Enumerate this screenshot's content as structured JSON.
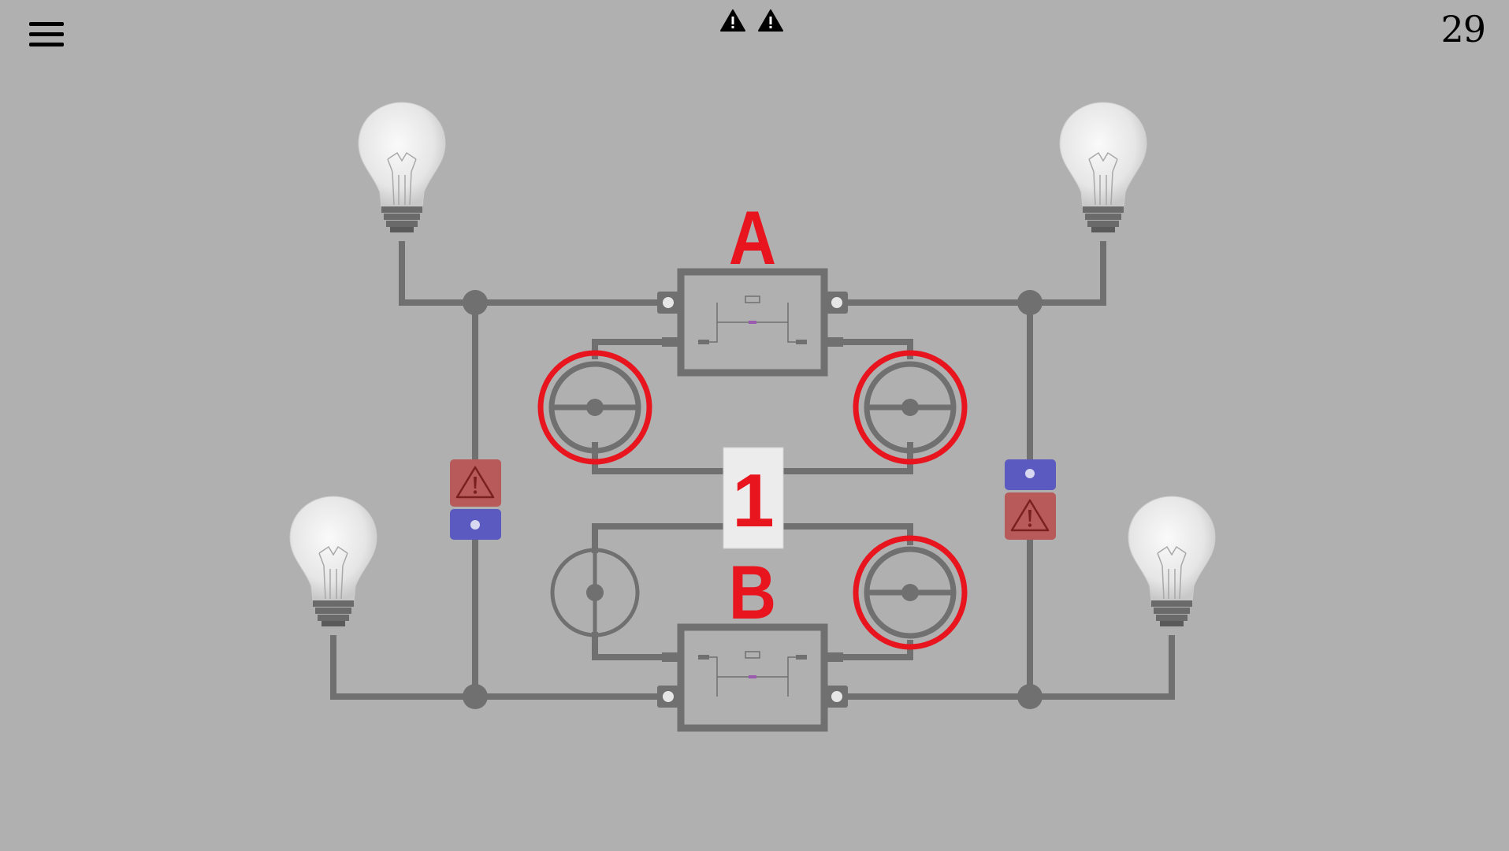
{
  "header": {
    "menu_icon": "hamburger-menu-icon",
    "warning_icons": [
      "warning-icon",
      "warning-icon"
    ],
    "level": "29"
  },
  "board": {
    "label_a": "A",
    "label_b": "B",
    "counter": "1",
    "colors": {
      "background": "#b0b0b0",
      "wire": "#707070",
      "highlight_red": "#e8141e",
      "switch_red": "#b85a5a",
      "switch_blue": "#5a5ac0"
    },
    "bulbs": [
      "top-left",
      "top-right",
      "bottom-left",
      "bottom-right"
    ],
    "valves": [
      {
        "position": "top-left",
        "highlighted": true,
        "orientation": "horizontal"
      },
      {
        "position": "top-right",
        "highlighted": true,
        "orientation": "horizontal"
      },
      {
        "position": "bottom-left",
        "highlighted": false,
        "orientation": "vertical"
      },
      {
        "position": "bottom-right",
        "highlighted": true,
        "orientation": "horizontal"
      }
    ],
    "toggles": [
      {
        "position": "left",
        "top": "warning",
        "bottom": "blue"
      },
      {
        "position": "right",
        "top": "blue",
        "bottom": "warning"
      }
    ]
  }
}
